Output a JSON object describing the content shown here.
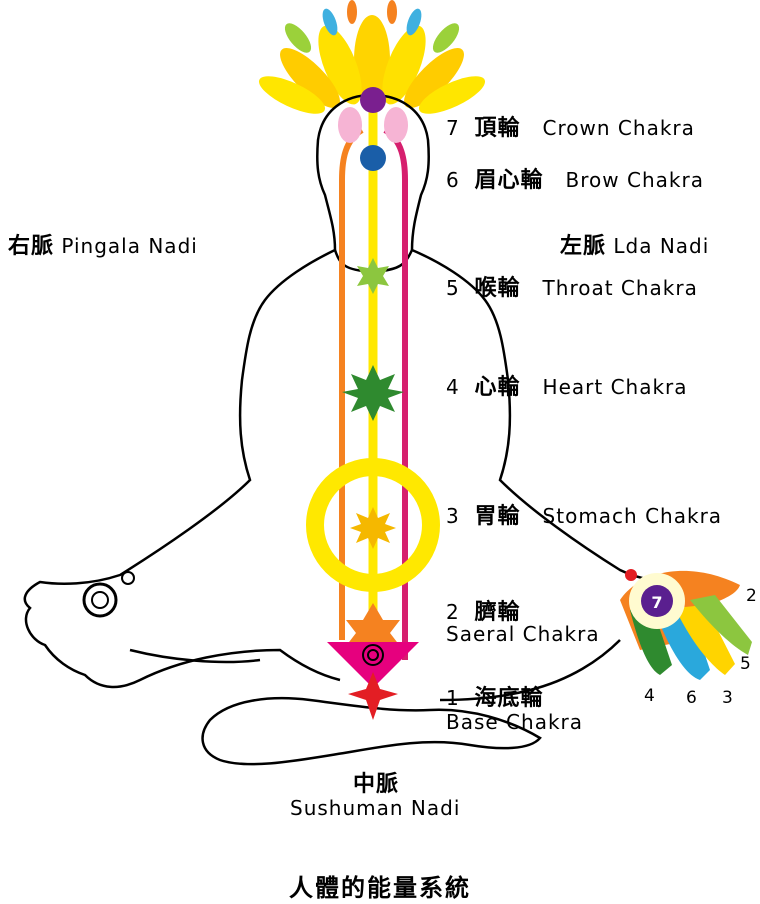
{
  "chakras": [
    {
      "num": "7",
      "zh": "頂輪",
      "en": "Crown Chakra",
      "color": "#7a1f8f"
    },
    {
      "num": "6",
      "zh": "眉心輪",
      "en": "Brow Chakra",
      "color": "#1a5ea8"
    },
    {
      "num": "5",
      "zh": "喉輪",
      "en": "Throat Chakra",
      "color": "#8cc63f"
    },
    {
      "num": "4",
      "zh": "心輪",
      "en": "Heart Chakra",
      "color": "#2f8a2f"
    },
    {
      "num": "3",
      "zh": "胃輪",
      "en": "Stomach Chakra",
      "color": "#f5b800"
    },
    {
      "num": "2",
      "zh": "臍輪",
      "en": "Saeral Chakra",
      "color": "#f58220"
    },
    {
      "num": "1",
      "zh": "海底輪",
      "en": "Base Chakra",
      "color": "#e31e24"
    }
  ],
  "nadis": {
    "right": {
      "zh": "右脈",
      "en": "Pingala Nadi",
      "color": "#f58220"
    },
    "left": {
      "zh": "左脈",
      "en": "Lda Nadi",
      "color": "#d61f6e"
    },
    "central": {
      "zh": "中脈",
      "en": "Sushuman Nadi",
      "color": "#ffe800"
    }
  },
  "hand": {
    "center_number": "7",
    "fingers": [
      "2",
      "5",
      "3",
      "6",
      "4"
    ]
  },
  "title": "人體的能量系統"
}
